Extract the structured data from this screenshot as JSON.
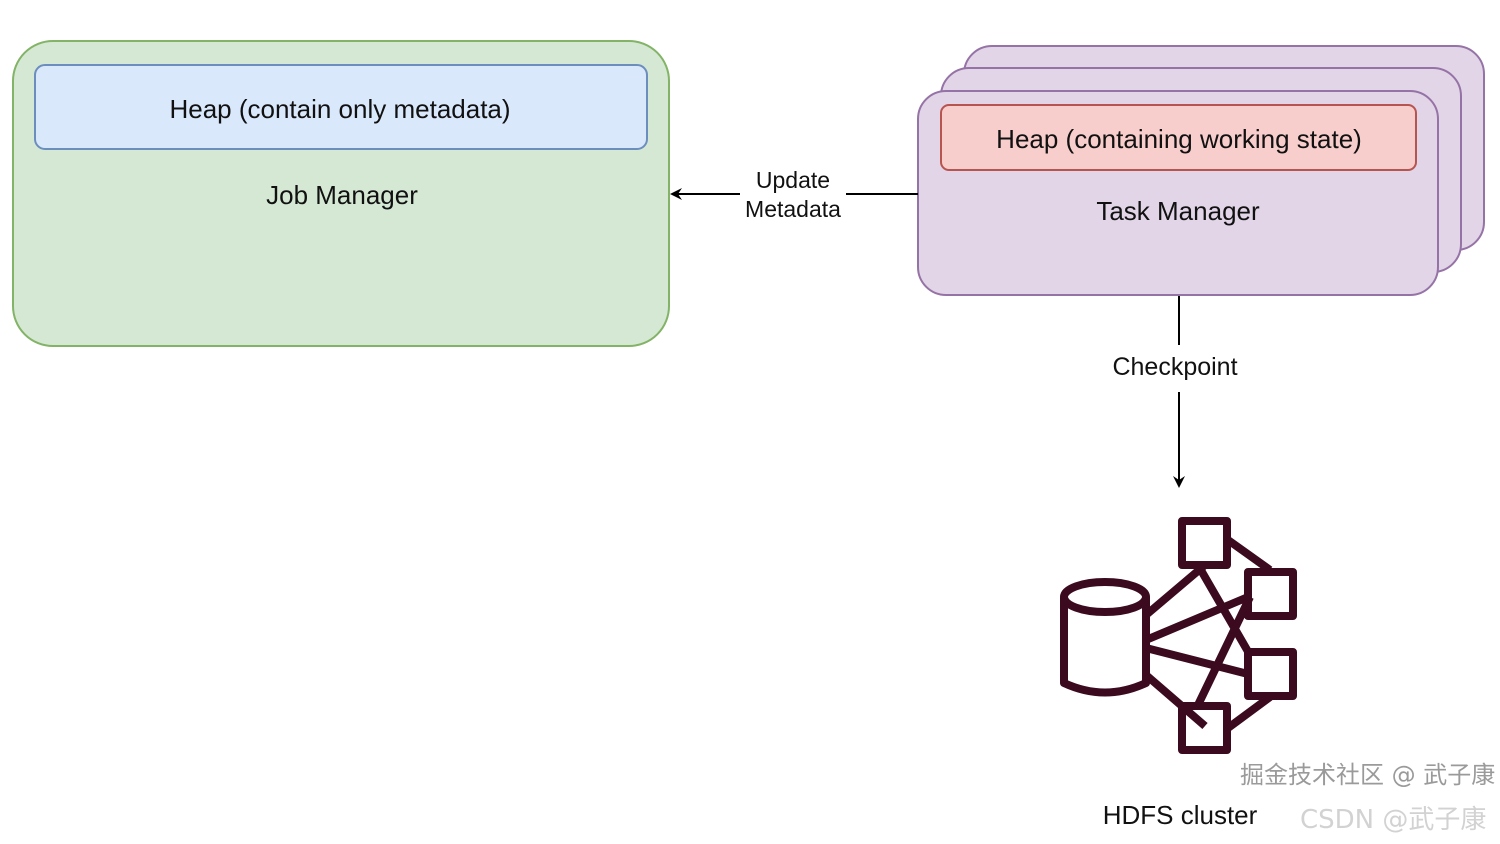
{
  "job_manager": {
    "heap_label": "Heap (contain only metadata)",
    "label": "Job Manager"
  },
  "task_manager": {
    "heap_label": "Heap (containing working state)",
    "label": "Task Manager"
  },
  "edges": {
    "update_line1": "Update",
    "update_line2": "Metadata",
    "checkpoint": "Checkpoint"
  },
  "hdfs": {
    "label": "HDFS cluster",
    "icon": "hdfs-cluster-icon"
  },
  "watermark": {
    "primary": "掘金技术社区 @ 武子康",
    "secondary": "CSDN @武子康"
  },
  "colors": {
    "job_fill": "#d5e8d4",
    "job_stroke": "#82b366",
    "heap1_fill": "#dae8fc",
    "heap1_stroke": "#6c8ebf",
    "task_fill": "#e1d5e7",
    "task_stroke": "#9673a6",
    "heap2_fill": "#f8cecc",
    "heap2_stroke": "#b85450",
    "icon": "#3b0a1e"
  }
}
